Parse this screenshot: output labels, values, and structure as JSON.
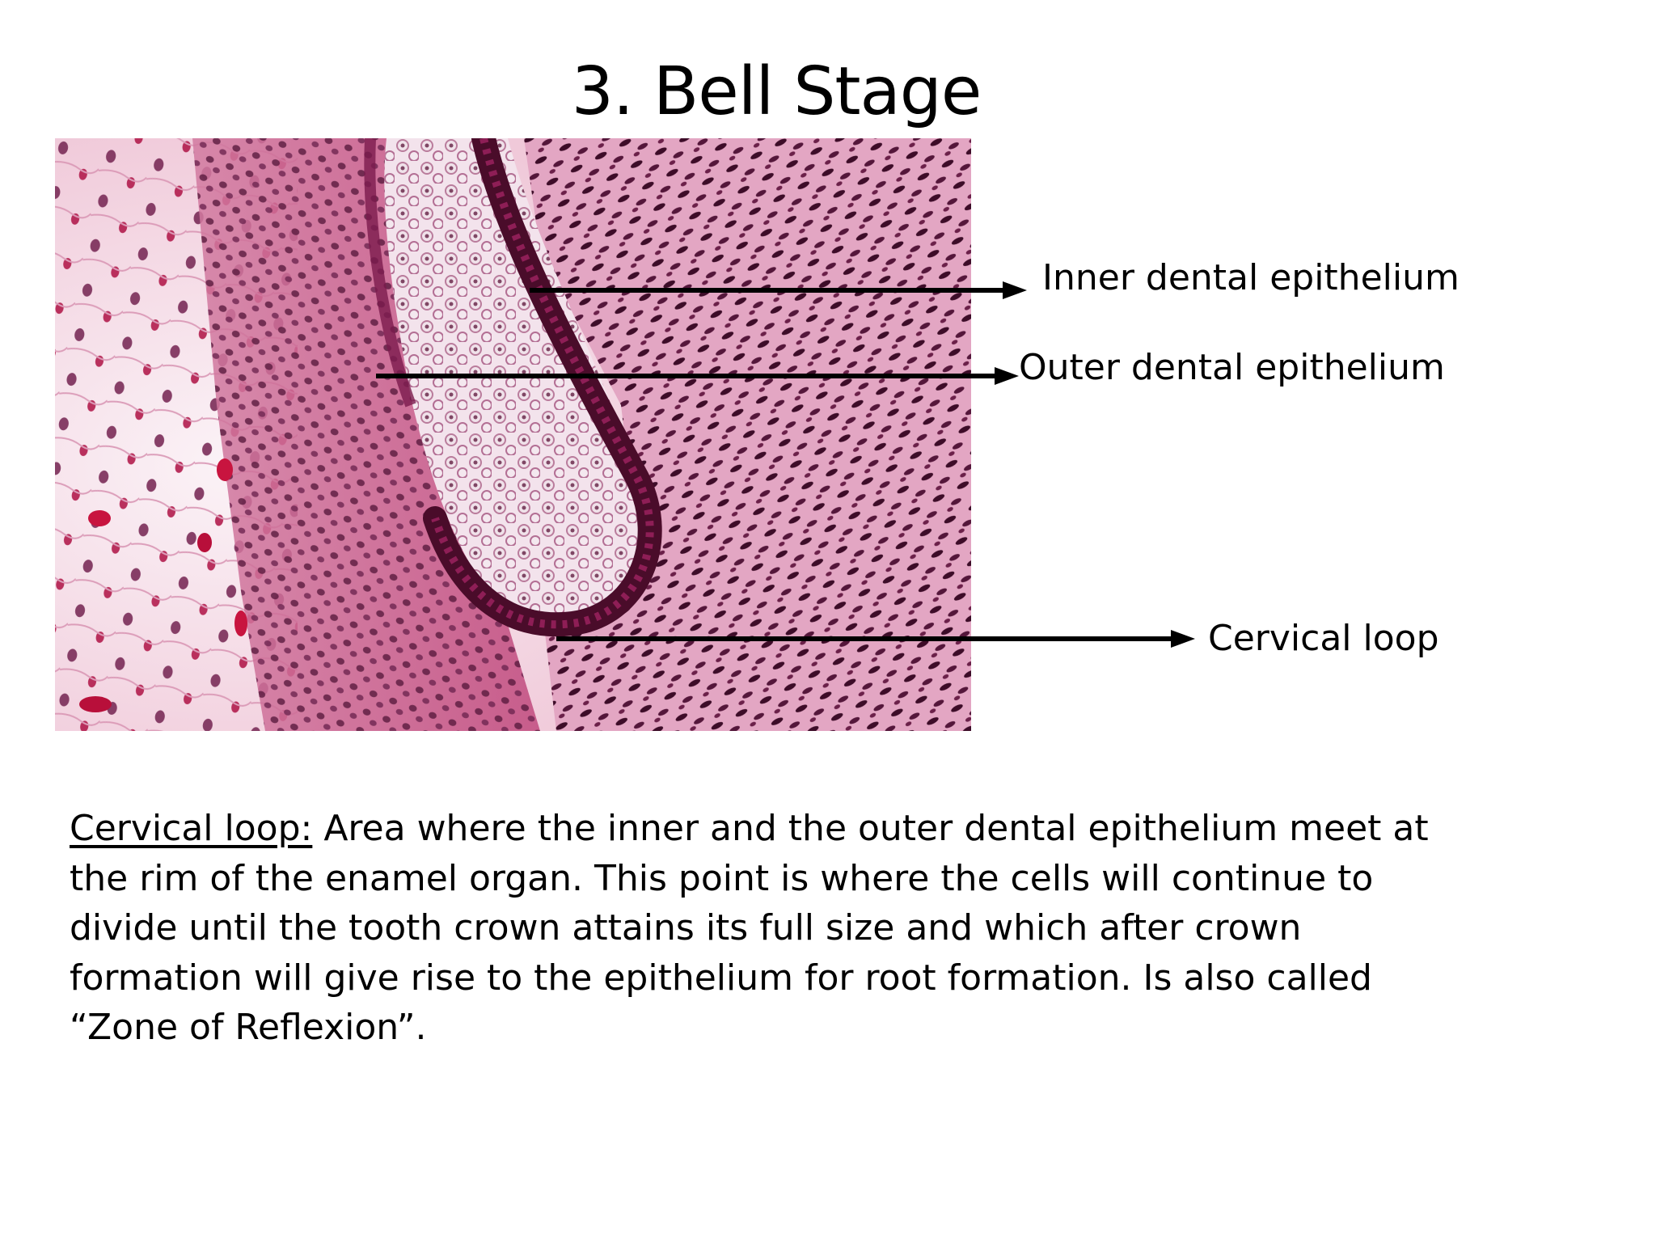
{
  "slide": {
    "title": "3.  Bell Stage",
    "image": {
      "icon": "histology-micrograph-icon",
      "stain_colors": [
        "#f2c6d6",
        "#b8296a",
        "#4a0c2a"
      ]
    },
    "labels": {
      "inner": "Inner dental epithelium",
      "outer": "Outer dental epithelium",
      "cervical": "Cervical loop"
    },
    "description": {
      "term": "Cervical loop:",
      "text": "  Area where the inner and the outer dental epithelium meet at the rim of the enamel organ.  This point is where the cells will continue to divide until the tooth crown attains its full size and which after crown formation will give rise to the epithelium for root formation.  Is also called “Zone of Reflexion”."
    }
  }
}
